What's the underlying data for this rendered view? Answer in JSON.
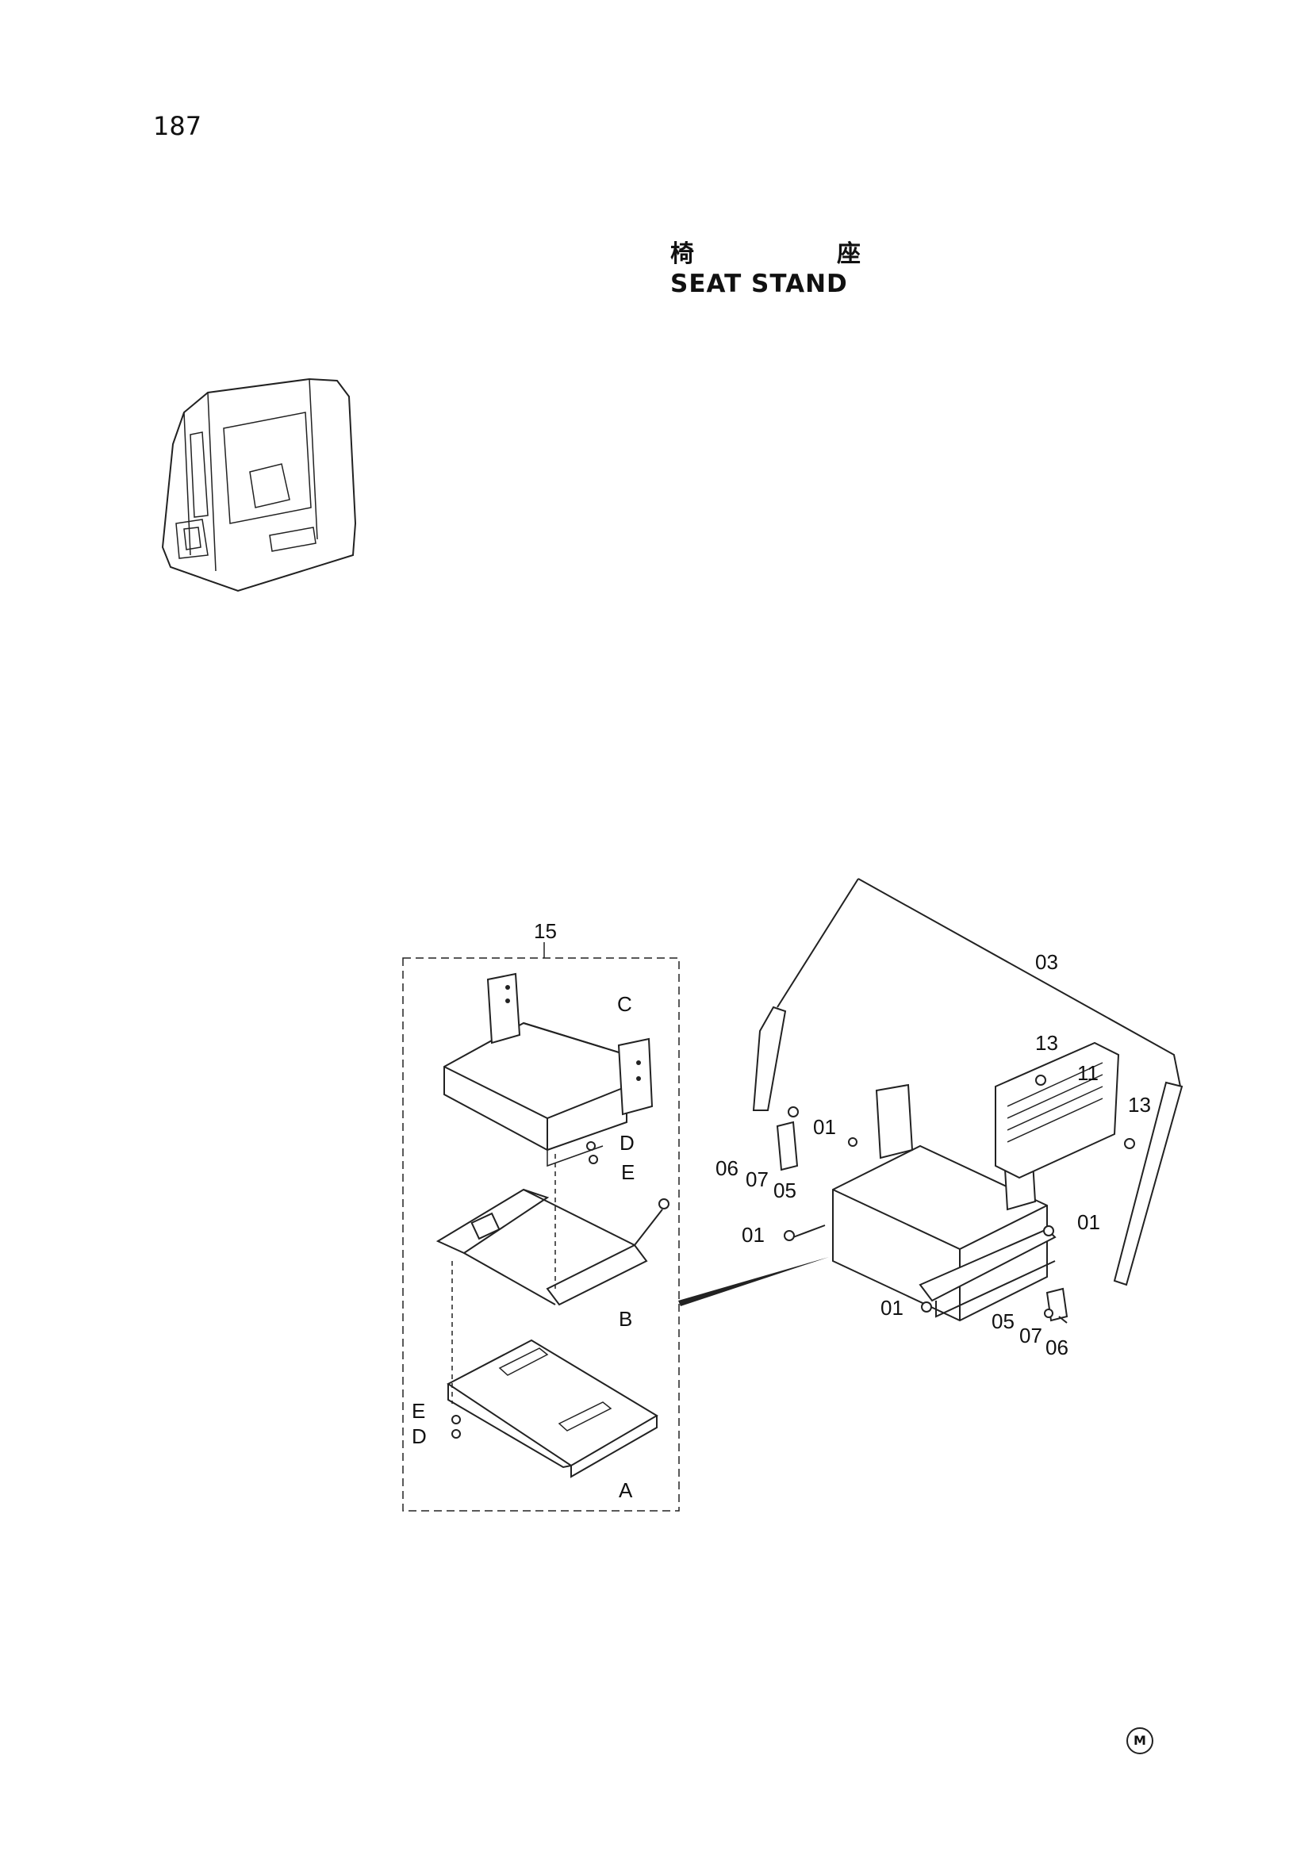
{
  "page": {
    "number": "187",
    "title_jp": [
      "椅",
      "座"
    ],
    "title_en": "SEAT STAND",
    "corner_mark": "M"
  },
  "diagram": {
    "assembly_label": "15",
    "left_parts": {
      "C": "C",
      "B": "B",
      "A": "A",
      "D_upper": "D",
      "E_upper": "E",
      "E_lower": "E",
      "D_lower": "D"
    },
    "right_parts": {
      "p03": "03",
      "p13a": "13",
      "p13b": "13",
      "p11": "11",
      "p01a": "01",
      "p01b": "01",
      "p01c": "01",
      "p01d": "01",
      "p06a": "06",
      "p07a": "07",
      "p05a": "05",
      "p05b": "05",
      "p07b": "07",
      "p06b": "06"
    }
  }
}
